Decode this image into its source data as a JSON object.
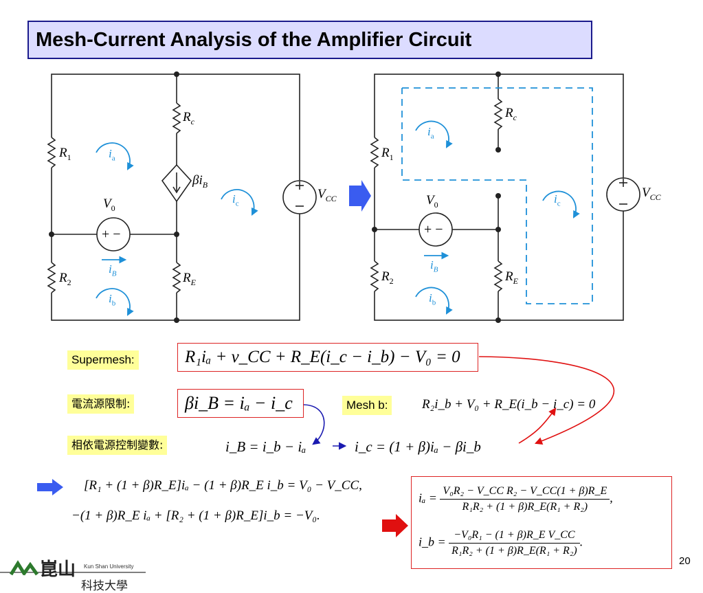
{
  "slide": {
    "title": "Mesh-Current Analysis of the Amplifier Circuit",
    "page_number": "20"
  },
  "circuit_left": {
    "R1": "R",
    "R1_sub": "1",
    "R2": "R",
    "R2_sub": "2",
    "Rc": "R",
    "Rc_sub": "c",
    "RE": "R",
    "RE_sub": "E",
    "V0": "V",
    "V0_sub": "0",
    "VCC": "V",
    "VCC_sub": "CC",
    "dep_source": "βi",
    "dep_source_sub": "B",
    "ia": "i",
    "ia_sub": "a",
    "ib": "i",
    "ib_sub": "b",
    "ic": "i",
    "ic_sub": "c",
    "iB": "i",
    "iB_sub": "B"
  },
  "labels": {
    "supermesh": "Supermesh:",
    "current_source_constraint": "電流源限制:",
    "mesh_b": "Mesh b:",
    "dependent_control": "相依電源控制變數:"
  },
  "equations": {
    "supermesh": "R₁iₐ + v_CC + R_E(i_c − i_b) − V₀ = 0",
    "constraint": "βi_B = iₐ − i_c",
    "mesh_b": "R₂i_b + V₀ + R_E(i_b − i_c) = 0",
    "control": "i_B = i_b − iₐ",
    "ic_sub": "i_c = (1 + β)iₐ − βi_b",
    "system_1": "[R₁ + (1 + β)R_E]iₐ − (1 + β)R_E i_b = V₀ − V_CC,",
    "system_2": "−(1 + β)R_E iₐ + [R₂ + (1 + β)R_E]i_b = −V₀.",
    "ia_lhs": "iₐ =",
    "ia_num": "V₀R₂ − V_CC R₂ − V_CC(1 + β)R_E",
    "ia_den": "R₁R₂ + (1 + β)R_E(R₁ + R₂)",
    "ia_tail": ",",
    "ib_lhs": "i_b =",
    "ib_num": "−V₀R₁ − (1 + β)R_E V_CC",
    "ib_den": "R₁R₂ + (1 + β)R_E(R₁ + R₂)",
    "ib_tail": "."
  },
  "footer": {
    "university_en": "Kun Shan University",
    "university_cn": "科技大學",
    "logo_chars": "崑山"
  },
  "colors": {
    "title_bg": "#dcdcff",
    "title_border": "#1a1a8c",
    "mesh_blue": "#1e90d8",
    "arrow_blue": "#3a5cf0",
    "arrow_red": "#e01010",
    "highlight": "#ffff99",
    "box_red": "#d22222"
  }
}
